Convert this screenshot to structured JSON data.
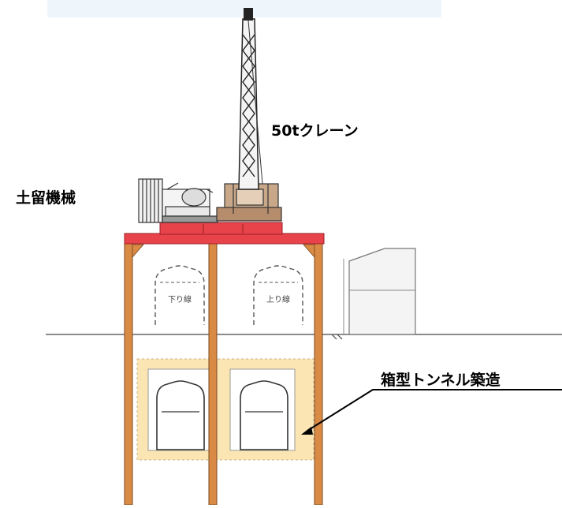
{
  "labels": {
    "crane": "50tクレーン",
    "shoring_machine": "土留機械",
    "box_tunnel": "箱型トンネル築造"
  },
  "tunnel_labels": {
    "down_line": "下り線",
    "up_line": "上り線"
  },
  "colors": {
    "deck_red": "#e8434b",
    "pile_orange": "#d98a45",
    "box_yellow": "#fbe6b3",
    "outline_gray": "#555555"
  }
}
